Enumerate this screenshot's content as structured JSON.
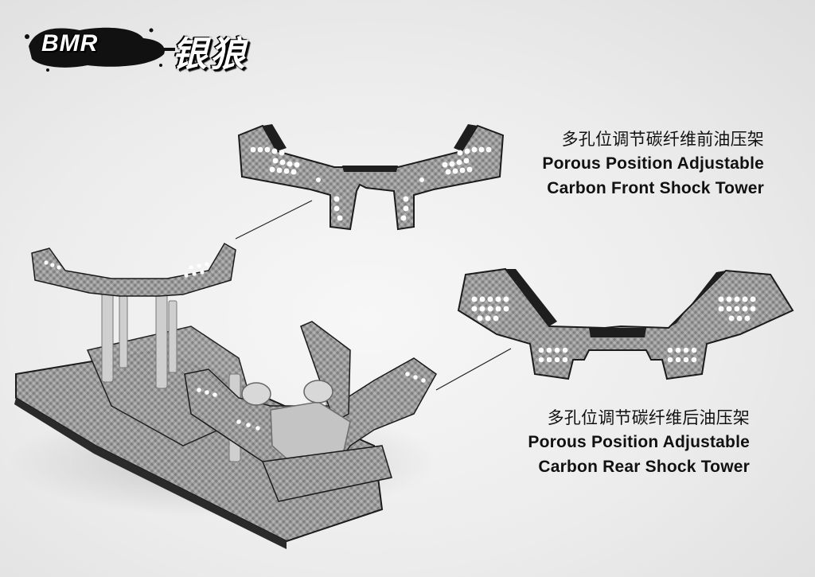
{
  "logo": {
    "brand": "BMR",
    "name": "银狼"
  },
  "captions": {
    "front": {
      "zh": "多孔位调节碳纤维前油压架",
      "en_line1": "Porous Position Adjustable",
      "en_line2": "Carbon Front Shock Tower"
    },
    "rear": {
      "zh": "多孔位调节碳纤维后油压架",
      "en_line1": "Porous Position Adjustable",
      "en_line2": "Carbon Rear Shock Tower"
    }
  },
  "colors": {
    "carbon": "#9a9a9a",
    "carbon_dark": "#2a2a2a",
    "aluminum": "#c8c8c8",
    "hole": "#ffffff"
  }
}
